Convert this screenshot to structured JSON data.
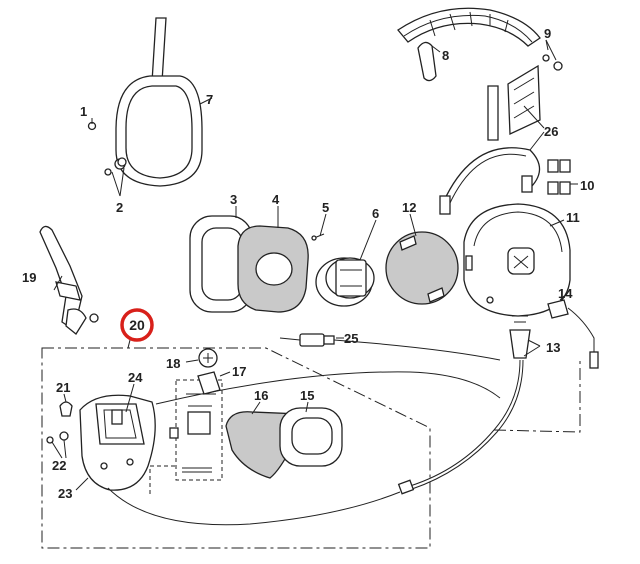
{
  "callouts": {
    "c1": "1",
    "c2": "2",
    "c3": "3",
    "c4": "4",
    "c5": "5",
    "c6": "6",
    "c7": "7",
    "c8": "8",
    "c9": "9",
    "c10": "10",
    "c11": "11",
    "c12": "12",
    "c13": "13",
    "c14": "14",
    "c15": "15",
    "c16": "16",
    "c17": "17",
    "c18": "18",
    "c19": "19",
    "c20": "20",
    "c21": "21",
    "c22": "22",
    "c23": "23",
    "c24": "24",
    "c25": "25",
    "c26": "26"
  },
  "highlight": {
    "callout": "20",
    "ring_color": "#d8201a"
  },
  "colors": {
    "line": "#222222",
    "fill_grey": "#c9c9c9",
    "background": "#ffffff"
  }
}
